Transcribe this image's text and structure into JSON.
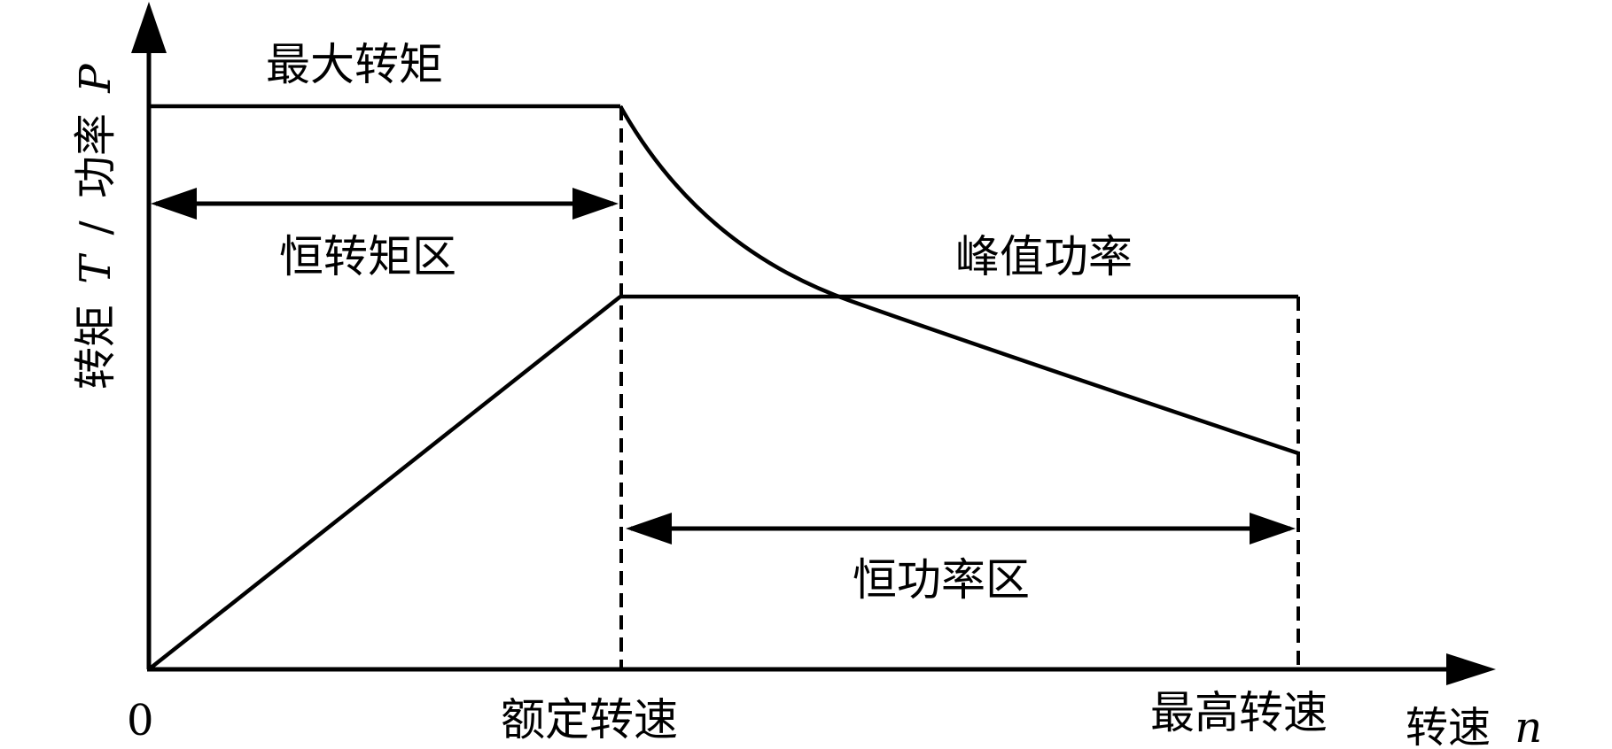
{
  "diagram": {
    "y_axis_label_text": "转矩",
    "y_axis_label_sep": "/",
    "y_axis_label_power": "功率",
    "y_axis_var_torque": "T",
    "y_axis_var_power": "P",
    "x_axis_label_text": "转速",
    "x_axis_var": "n",
    "origin_label": "0",
    "rated_speed_label": "额定转速",
    "max_speed_label": "最高转速",
    "max_torque_label": "最大转矩",
    "peak_power_label": "峰值功率",
    "constant_torque_region_label": "恒转矩区",
    "constant_power_region_label": "恒功率区"
  }
}
